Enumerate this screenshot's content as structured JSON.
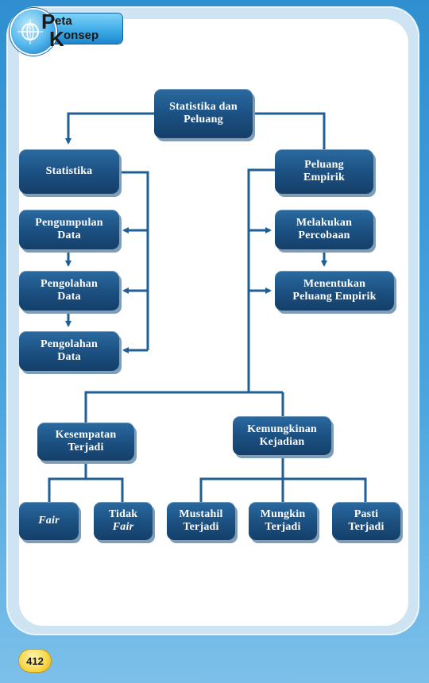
{
  "header": {
    "badge_line1_initial": "P",
    "badge_line1_rest": "eta",
    "badge_line2_initial": "K",
    "badge_line2_rest": "onsep",
    "badge_icon": "compass-globe-icon"
  },
  "nodes": {
    "root": "Statistika dan\nPeluang",
    "statistika": "Statistika",
    "peluang_empirik": "Peluang\nEmpirik",
    "pengumpulan_data": "Pengumpulan\nData",
    "pengolahan_data_1": "Pengolahan\nData",
    "pengolahan_data_2": "Pengolahan\nData",
    "melakukan_percobaan": "Melakukan\nPercobaan",
    "menentukan_peluang_empirik": "Menentukan\nPeluang Empirik",
    "kesempatan_terjadi": "Kesempatan\nTerjadi",
    "kemungkinan_kejadian": "Kemungkinan\nKejadian",
    "fair": "Fair",
    "tidak": "Tidak",
    "tidak_fair": "Fair",
    "mustahil_terjadi": "Mustahil\nTerjadi",
    "mungkin_terjadi": "Mungkin\nTerjadi",
    "pasti_terjadi": "Pasti\nTerjadi"
  },
  "footer": {
    "page_number": "412"
  },
  "colors": {
    "node_fill": "#1b4f80",
    "connector": "#1f5f94",
    "page_bg": "#3f9bd8",
    "page_badge": "#f7d64a"
  }
}
